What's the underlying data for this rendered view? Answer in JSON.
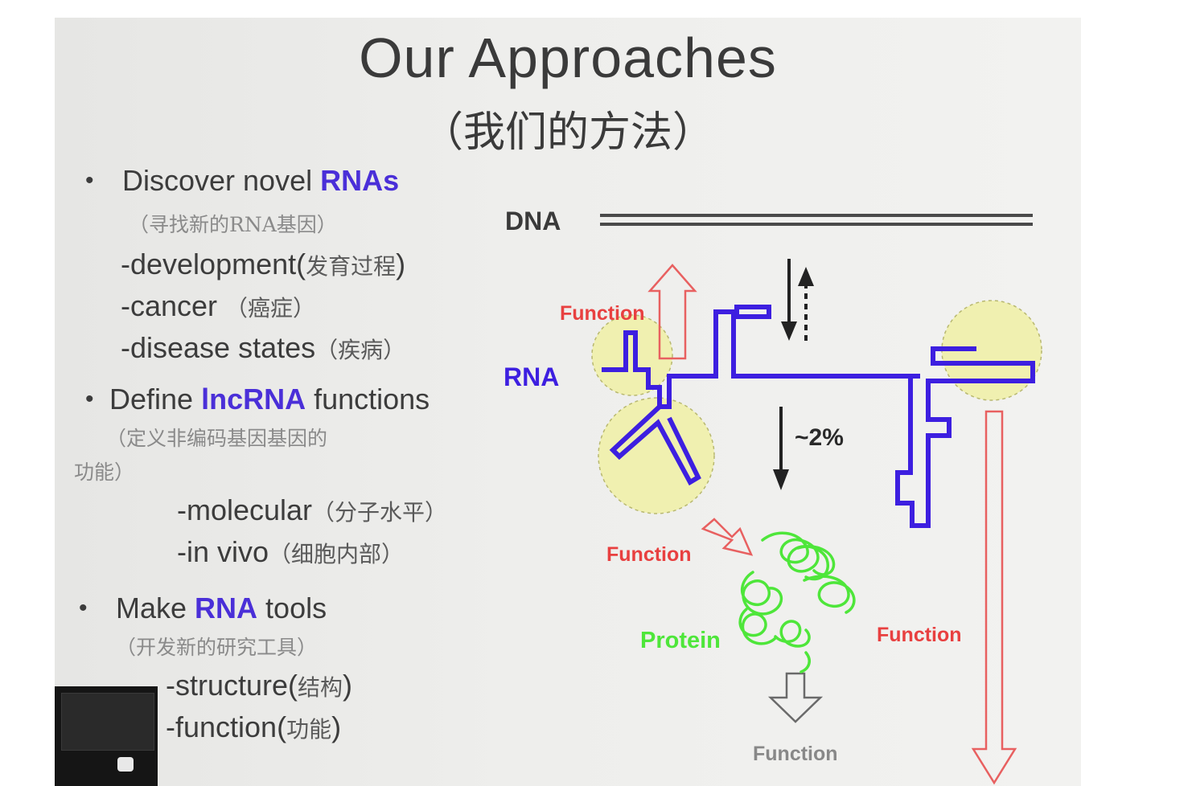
{
  "slide": {
    "title_en": "Our Approaches",
    "title_zh": "（我们的方法）"
  },
  "bullets": {
    "discover": {
      "lead": "Discover novel ",
      "keyword": "RNAs",
      "note_zh": "（寻找新的RNA基因）",
      "items": [
        {
          "en": "-development(",
          "zh": "发育过程",
          "close": ")"
        },
        {
          "en": "-cancer ",
          "zh": "（癌症）",
          "close": ""
        },
        {
          "en": "-disease states",
          "zh": "（疾病）",
          "close": ""
        }
      ]
    },
    "define": {
      "lead": "Define ",
      "keyword": "lncRNA",
      "tail": " functions",
      "note_zh_line1": "（定义非编码基因基因的",
      "note_zh_line2": "功能）",
      "items": [
        {
          "en": "-molecular",
          "zh": "（分子水平）",
          "close": ""
        },
        {
          "en": "-in vivo",
          "zh": "（细胞内部）",
          "close": ""
        }
      ]
    },
    "tools": {
      "lead": "Make ",
      "keyword": "RNA",
      "tail": " tools",
      "note_zh": "（开发新的研究工具）",
      "items": [
        {
          "en": "-structure(",
          "zh": "结构",
          "close": ")"
        },
        {
          "en": "-function(",
          "zh": "功能",
          "close": ")"
        }
      ]
    }
  },
  "diagram": {
    "dna_label": "DNA",
    "rna_label": "RNA",
    "percent_label": "~2%",
    "protein_label": "Protein",
    "function_label": "Function",
    "colors": {
      "rna": "#3d1fe0",
      "dna": "#4a4a4a",
      "function_red": "#e84040",
      "protein": "#4ee63a",
      "highlight": "#f0f0b0",
      "grey_text": "#888888"
    }
  }
}
